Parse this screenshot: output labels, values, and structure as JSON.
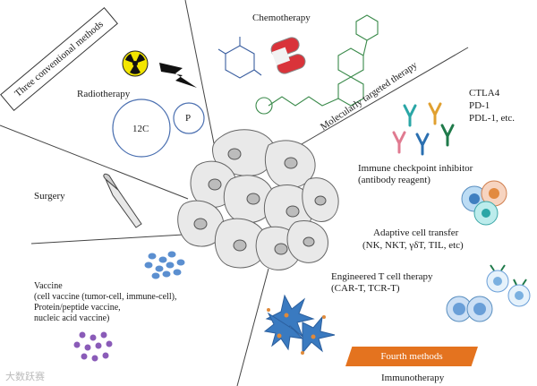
{
  "labels": {
    "conventional": "Three conventional methods",
    "chemotherapy": "Chemotherapy",
    "radiotherapy": "Radiotherapy",
    "carbon": "12C",
    "proton": "P",
    "targeted": "Molecularly targeted therapy",
    "surgery": "Surgery",
    "checkpoint_targets": [
      "CTLA4",
      "PD-1",
      "PDL-1, etc."
    ],
    "checkpoint_inhibitor": [
      "Immune checkpoint inhibitor",
      "(antibody reagent)"
    ],
    "adaptive": [
      "Adaptive cell transfer",
      "(NK, NKT, γδT, TIL, etc)"
    ],
    "engineered": [
      "Engineered T cell therapy",
      "(CAR-T, TCR-T)"
    ],
    "vaccine": [
      "Vaccine",
      "(cell vaccine (tumor-cell, immune-cell),",
      "Protein/peptide vaccine,",
      "nucleic acid vaccine)"
    ],
    "fourth": "Fourth methods",
    "immunotherapy": "Immunotherapy",
    "watermark": "大数跃赛"
  },
  "colors": {
    "accent_orange": "#e4731f",
    "radiation_yellow": "#f3e600",
    "pill_red": "#d9333a",
    "antibody_teal": "#2aa6a6",
    "vaccine_blue": "#5b8fd0",
    "vaccine_purple": "#8a5bb8",
    "tcell_blue": "#7ab0e0"
  },
  "icons": [
    "radiation-icon",
    "lightning-icon",
    "pill-icon",
    "scalpel-icon",
    "antibody-icon",
    "immune-cell-icon",
    "dendritic-cell-icon"
  ]
}
